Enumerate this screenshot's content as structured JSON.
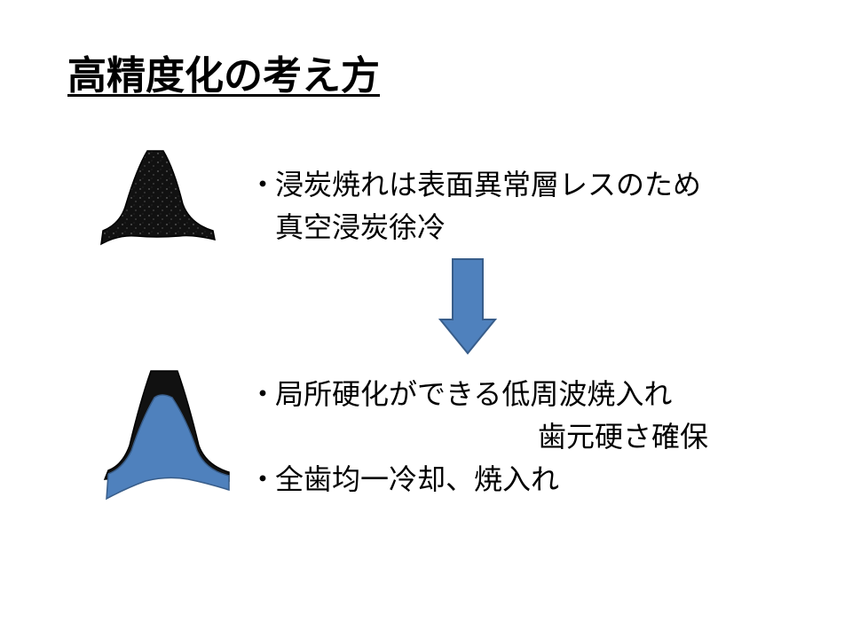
{
  "slide": {
    "title": "高精度化の考え方",
    "bullet_mark": "・",
    "top_section": {
      "line1": "浸炭焼れは表面異常層レスのため",
      "line2": "真空浸炭徐冷"
    },
    "bottom_section": {
      "bullet1_line1": "局所硬化ができる低周波焼入れ",
      "bullet1_line2": "歯元硬さ確保",
      "bullet2": "全歯均一冷却、焼入れ"
    },
    "colors": {
      "arrow_fill": "#4f81bd",
      "arrow_stroke": "#385d8a",
      "tooth_dark": "#111111",
      "hardened_layer": "#4f81bd"
    }
  }
}
